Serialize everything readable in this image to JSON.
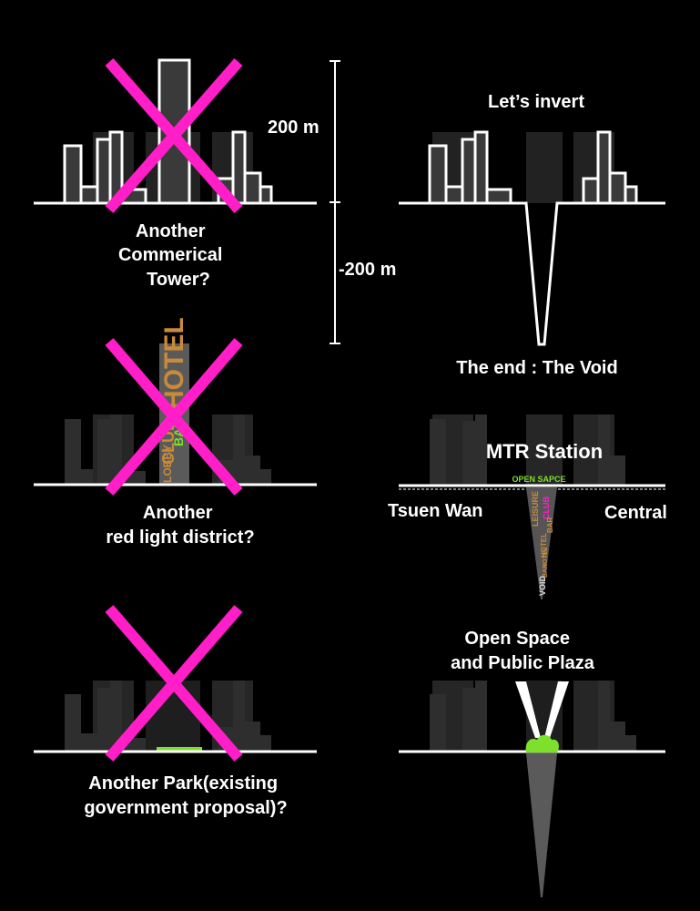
{
  "panel_tl": {
    "caption_lines": [
      "Another",
      "Commerical",
      "Tower?"
    ]
  },
  "scale": {
    "top_label": "200 m",
    "bottom_label": "-200 m"
  },
  "panel_tr": {
    "title": "Let’s invert",
    "caption": "The end : The Void"
  },
  "panel_ml": {
    "caption_lines": [
      "Another",
      "red light district?"
    ],
    "tower_words": [
      "HOTEL",
      "BAR",
      "CLUB",
      "LOBBY"
    ]
  },
  "panel_mr": {
    "title": "MTR Station",
    "left_label": "Tsuen Wan",
    "right_label": "Central",
    "open_space_label": "OPEN SAPCE",
    "void_words": [
      "LEISURE",
      "CLUB",
      "BAR",
      "HOTEL",
      "HOTEL",
      "BAR",
      "VOID"
    ]
  },
  "panel_bl": {
    "caption_lines": [
      "Another Park(existing",
      "government proposal)?"
    ]
  },
  "panel_br": {
    "title_lines": [
      "Open Space",
      "and Public Plaza"
    ]
  },
  "colors": {
    "cross": "#ff1ec8",
    "ground": "#ffffff",
    "building_fill": "#3c3c3c",
    "building_dim": "#2a2a2a",
    "park_green": "#7de02a",
    "hotel_orange": "#c98a3a",
    "hotel_text": "#c46a1a"
  }
}
